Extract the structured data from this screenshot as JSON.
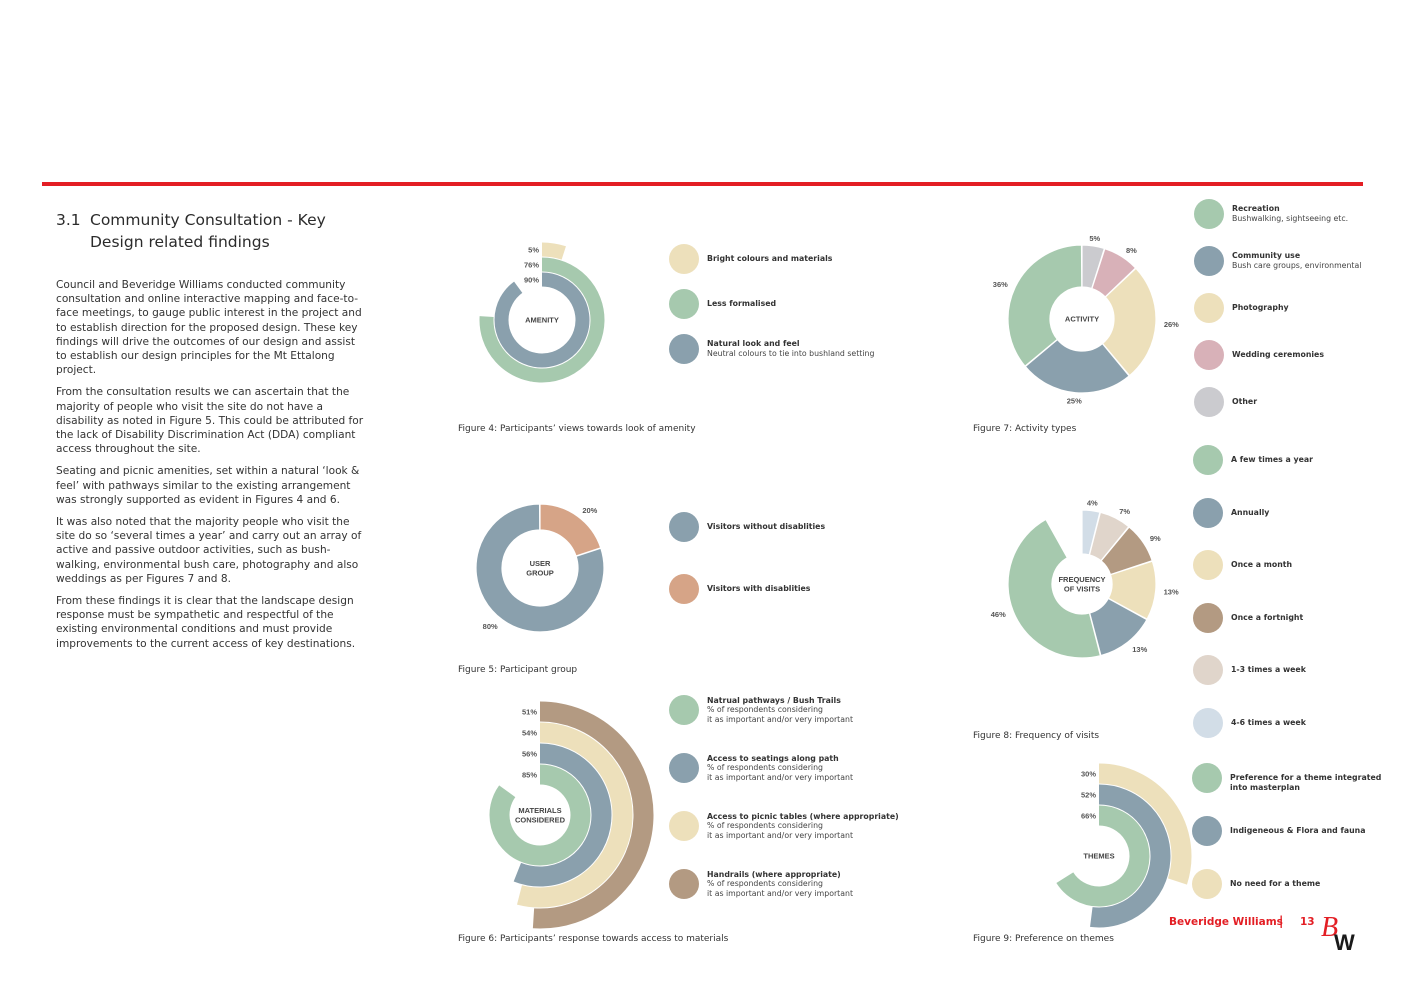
{
  "section": {
    "number": "3.1",
    "title_line1": "Community Consultation - Key",
    "title_line2": "Design related findings"
  },
  "paragraphs": [
    "Council and Beveridge Williams conducted community consultation and online interactive mapping and face-to-face meetings, to gauge public interest in the project and to establish direction for the proposed design. These key findings will drive the outcomes of our design and assist to establish our design principles for the Mt Ettalong project.",
    "From the consultation results we can ascertain that the majority of people who visit the site do not have a disability as noted in Figure 5. This could be attributed for the lack of Disability Discrimination Act (DDA) compliant access throughout the site.",
    "Seating and picnic amenities, set within a natural ‘look & feel’ with pathways similar to the existing arrangement was strongly supported as evident in Figures 4 and 6.",
    "It was also noted that the majority people who visit the site do so ‘several times a year’ and carry out an array of active and passive outdoor activities, such as bush-walking, environmental bush care, photography and also weddings as per Figures 7 and 8.",
    "From these findings it is clear that the landscape design response must be sympathetic and respectful of the existing environmental conditions and must provide improvements to the current access of key destinations."
  ],
  "colors": {
    "accent_red": "#e31e24",
    "cream": "#ede0bb",
    "green": "#a6c9ae",
    "blue": "#8aa0ad",
    "peach": "#d6a487",
    "pink": "#d8b1b8",
    "grey": "#cbcbcf",
    "brown": "#b39a82",
    "light_taupe": "#e0d5cb",
    "light_blue": "#d2dde7"
  },
  "chart_data": [
    {
      "id": "fig4",
      "type": "radial-bar",
      "caption": "Figure 4: Participants’ views towards look of amenity",
      "center_label": "AMENITY",
      "series": [
        {
          "name": "Bright colours and materials",
          "value": 5,
          "label": "5%",
          "color": "#ede0bb"
        },
        {
          "name": "Less formalised",
          "value": 76,
          "label": "76%",
          "color": "#a6c9ae"
        },
        {
          "name": "Natural look and feel",
          "value": 90,
          "label": "90%",
          "color": "#8aa0ad"
        }
      ],
      "legend": [
        {
          "label": "Bright colours and materials",
          "sub": "",
          "color": "#ede0bb"
        },
        {
          "label": "Less formalised",
          "sub": "",
          "color": "#a6c9ae"
        },
        {
          "label": "Natural look and feel",
          "sub": "Neutral colours to tie into bushland setting",
          "color": "#8aa0ad"
        }
      ]
    },
    {
      "id": "fig5",
      "type": "donut",
      "caption": "Figure 5: Participant group",
      "center_label": "USER\nGROUP",
      "slices": [
        {
          "name": "Visitors with disablities",
          "value": 20,
          "label": "20%",
          "color": "#d6a487"
        },
        {
          "name": "Visitors without disablities",
          "value": 80,
          "label": "80%",
          "color": "#8aa0ad"
        }
      ],
      "legend": [
        {
          "label": "Visitors without disablities",
          "sub": "",
          "color": "#8aa0ad"
        },
        {
          "label": "Visitors with disablities",
          "sub": "",
          "color": "#d6a487"
        }
      ]
    },
    {
      "id": "fig6",
      "type": "radial-bar",
      "caption": "Figure 6: Participants’ response towards access to materials",
      "center_label": "MATERIALS\nCONSIDERED",
      "series": [
        {
          "name": "Handrails (where appropriate)",
          "value": 51,
          "label": "51%",
          "color": "#b39a82"
        },
        {
          "name": "Access to picnic tables (where appropriate)",
          "value": 54,
          "label": "54%",
          "color": "#ede0bb"
        },
        {
          "name": "Access to seatings along path",
          "value": 56,
          "label": "56%",
          "color": "#8aa0ad"
        },
        {
          "name": "Natrual pathways / Bush Trails",
          "value": 85,
          "label": "85%",
          "color": "#a6c9ae"
        }
      ],
      "legend": [
        {
          "label": "Natrual pathways / Bush Trails",
          "sub": "% of respondents considering\nit as important and/or very important",
          "color": "#a6c9ae"
        },
        {
          "label": "Access to seatings along path",
          "sub": "% of respondents considering\nit as important and/or very important",
          "color": "#8aa0ad"
        },
        {
          "label": "Access to picnic tables (where appropriate)",
          "sub": "% of respondents considering\nit as important and/or very important",
          "color": "#ede0bb"
        },
        {
          "label": "Handrails (where appropriate)",
          "sub": "% of respondents considering\nit as important and/or very important",
          "color": "#b39a82"
        }
      ]
    },
    {
      "id": "fig7",
      "type": "donut",
      "caption": "Figure 7: Activity types",
      "center_label": "ACTIVITY",
      "slices": [
        {
          "name": "Other",
          "value": 5,
          "label": "5%",
          "color": "#cbcbcf"
        },
        {
          "name": "Wedding ceremonies",
          "value": 8,
          "label": "8%",
          "color": "#d8b1b8"
        },
        {
          "name": "Photography",
          "value": 26,
          "label": "26%",
          "color": "#ede0bb"
        },
        {
          "name": "Community use",
          "value": 25,
          "label": "25%",
          "color": "#8aa0ad"
        },
        {
          "name": "Recreation",
          "value": 36,
          "label": "36%",
          "color": "#a6c9ae"
        }
      ],
      "legend": [
        {
          "label": "Recreation",
          "sub": "Bushwalking, sightseeing etc.",
          "color": "#a6c9ae"
        },
        {
          "label": "Community use",
          "sub": "Bush care groups, environmental",
          "color": "#8aa0ad"
        },
        {
          "label": "Photography",
          "sub": "",
          "color": "#ede0bb"
        },
        {
          "label": "Wedding ceremonies",
          "sub": "",
          "color": "#d8b1b8"
        },
        {
          "label": "Other",
          "sub": "",
          "color": "#cbcbcf"
        }
      ]
    },
    {
      "id": "fig8",
      "type": "donut",
      "caption": "Figure 8: Frequency of visits",
      "center_label": "FREQUENCY\nOF VISITS",
      "slices": [
        {
          "name": "4-6 times a week",
          "value": 4,
          "label": "4%",
          "color": "#d2dde7"
        },
        {
          "name": "1-3 times a week",
          "value": 7,
          "label": "7%",
          "color": "#e0d5cb"
        },
        {
          "name": "Once a fortnight",
          "value": 9,
          "label": "9%",
          "color": "#b39a82"
        },
        {
          "name": "Once a month",
          "value": 13,
          "label": "13%",
          "color": "#ede0bb"
        },
        {
          "name": "Annually",
          "value": 13,
          "label": "13%",
          "color": "#8aa0ad"
        },
        {
          "name": "A few times a year",
          "value": 46,
          "label": "46%",
          "color": "#a6c9ae"
        }
      ],
      "legend": [
        {
          "label": "A few times a year",
          "sub": "",
          "color": "#a6c9ae"
        },
        {
          "label": "Annually",
          "sub": "",
          "color": "#8aa0ad"
        },
        {
          "label": "Once a month",
          "sub": "",
          "color": "#ede0bb"
        },
        {
          "label": "Once a fortnight",
          "sub": "",
          "color": "#b39a82"
        },
        {
          "label": "1-3 times a week",
          "sub": "",
          "color": "#e0d5cb"
        },
        {
          "label": "4-6 times a week",
          "sub": "",
          "color": "#d2dde7"
        }
      ]
    },
    {
      "id": "fig9",
      "type": "radial-bar",
      "caption": "Figure 9: Preference on themes",
      "center_label": "THEMES",
      "series": [
        {
          "name": "No need for a theme",
          "value": 30,
          "label": "30%",
          "color": "#ede0bb"
        },
        {
          "name": "Indigeneous & Flora and fauna",
          "value": 52,
          "label": "52%",
          "color": "#8aa0ad"
        },
        {
          "name": "Preference for a theme integrated into masterplan",
          "value": 66,
          "label": "66%",
          "color": "#a6c9ae"
        }
      ],
      "legend": [
        {
          "label": "Preference for a theme integrated into masterplan",
          "sub": "",
          "color": "#a6c9ae"
        },
        {
          "label": "Indigeneous & Flora and fauna",
          "sub": "",
          "color": "#8aa0ad"
        },
        {
          "label": "No need for a theme",
          "sub": "",
          "color": "#ede0bb"
        }
      ]
    }
  ],
  "footer": {
    "company": "Beveridge Williams",
    "separator": "|",
    "page": "13",
    "logo_text": "BW"
  }
}
